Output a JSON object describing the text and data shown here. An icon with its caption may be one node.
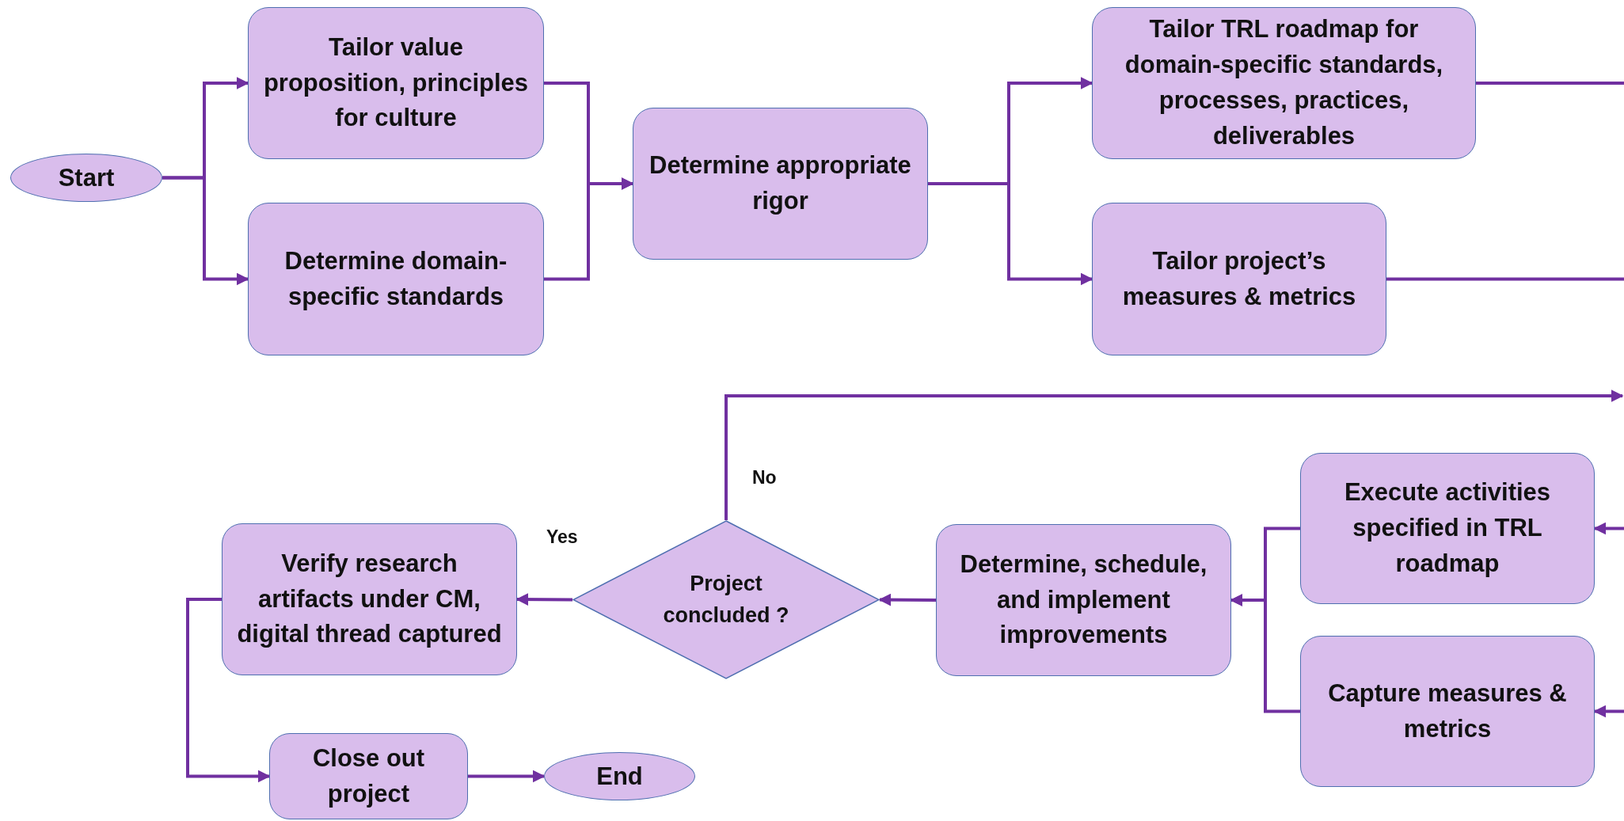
{
  "diagram": {
    "nodes": [
      {
        "text": [
          "Start"
        ]
      },
      {
        "text": [
          "Tailor value proposition, principles for culture"
        ]
      },
      {
        "text": [
          "Determine domain-specific standards"
        ]
      },
      {
        "text": [
          "Determine appropriate rigor"
        ]
      },
      {
        "text": [
          "Tailor TRL roadmap for domain-specific standards, processes, practices, deliverables"
        ]
      },
      {
        "text": [
          "Tailor project’s measures & metrics"
        ]
      },
      {
        "text": [
          "Project concluded ?"
        ]
      },
      {
        "text": [
          "Execute activities specified in TRL roadmap"
        ]
      },
      {
        "text": [
          "Capture measures & metrics"
        ]
      },
      {
        "text": [
          "Determine, schedule, and implement improvements"
        ]
      },
      {
        "text": [
          "Verify research artifacts under CM, digital thread captured"
        ]
      },
      {
        "text": [
          "Close out project"
        ]
      },
      {
        "text": [
          "End"
        ]
      }
    ],
    "edges": [
      {
        "from": 0,
        "to": 1,
        "arrow": "to"
      },
      {
        "from": 0,
        "to": 2,
        "arrow": "to"
      },
      {
        "from": 1,
        "to": 3,
        "arrow": "to"
      },
      {
        "from": 2,
        "to": 3,
        "arrow": "to"
      },
      {
        "from": 3,
        "to": 4,
        "arrow": "to"
      },
      {
        "from": 3,
        "to": 5,
        "arrow": "to"
      },
      {
        "from": 4,
        "to": null,
        "arrow": "none"
      },
      {
        "from": 5,
        "to": null,
        "arrow": "none"
      },
      {
        "from": 6,
        "to": null,
        "arrow": "to",
        "label": "No"
      },
      {
        "from": null,
        "to": 7,
        "arrow": "to"
      },
      {
        "from": null,
        "to": 8,
        "arrow": "to"
      },
      {
        "from": 7,
        "to": 9,
        "arrow": "to"
      },
      {
        "from": 8,
        "to": 9,
        "arrow": "to"
      },
      {
        "from": 9,
        "to": 6,
        "arrow": "to"
      },
      {
        "from": 6,
        "to": 10,
        "arrow": "to",
        "label": "Yes"
      },
      {
        "from": 10,
        "to": 11,
        "arrow": "to"
      },
      {
        "from": 11,
        "to": 12,
        "arrow": "to"
      }
    ]
  }
}
